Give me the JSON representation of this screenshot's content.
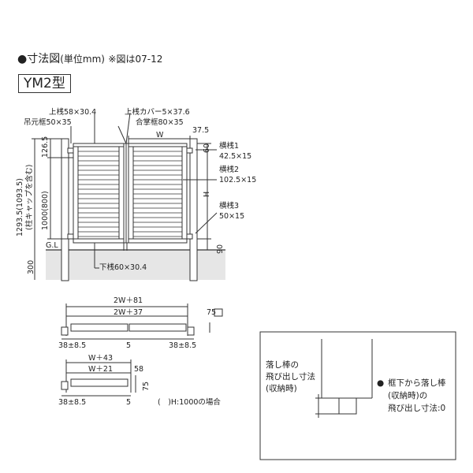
{
  "header": {
    "bullet": "●",
    "title": "寸法図",
    "unit": "(単位mm)",
    "note": "※図は07-12"
  },
  "model": "YM2型",
  "elevation": {
    "labels": {
      "top_rail": "上桟58×30.4",
      "top_rail_cover": "上桟カバー5×37.6",
      "hinge_frame": "吊元框50×35",
      "meeting_frame": "合掌框80×35",
      "d_37_5": "37.5",
      "w": "W",
      "rail1_name": "横桟1",
      "rail1_size": "42.5×15",
      "rail2_name": "横桟2",
      "rail2_size": "102.5×15",
      "rail3_name": "横桟3",
      "rail3_size": "50×15",
      "h": "H",
      "d_60": "60",
      "d_90": "90",
      "gl": "G.L",
      "bottom_rail": "下桟60×30.4",
      "d_126_5": "126.5",
      "d_1000_800": "1000(800)",
      "d_1293_5": "1293.5(1093.5)",
      "post_cap_note": "(柱キャップを含む)",
      "d_300": "300"
    }
  },
  "plan_double": {
    "dim_2w81": "2W＋81",
    "dim_2w37": "2W＋37",
    "d_75": "75",
    "d_left": "38±8.5",
    "d_center": "5",
    "d_right": "38±8.5"
  },
  "plan_single": {
    "dim_w43": "W＋43",
    "dim_w21": "W＋21",
    "d_58": "58",
    "d_75": "75",
    "d_left": "38±8.5",
    "d_center": "5",
    "note": "(　)H:1000の場合"
  },
  "drop_rod_panel": {
    "label_line1": "落し棒の",
    "label_line2": "飛び出し寸法",
    "label_line3": "(収納時)",
    "bullet": "●",
    "right_line1": "框下から落し棒",
    "right_line2": "(収納時)の",
    "right_line3": "飛び出し寸法:0"
  },
  "colors": {
    "line": "#333333",
    "fill_ground": "#e6e6e6",
    "background": "#ffffff"
  }
}
